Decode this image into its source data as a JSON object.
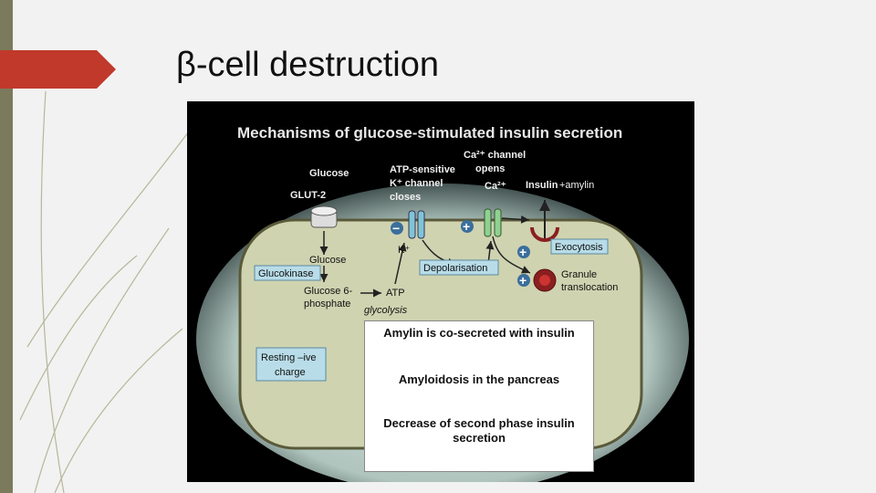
{
  "slide": {
    "title": "β-cell destruction"
  },
  "diagram": {
    "heading": "Mechanisms of glucose-stimulated insulin secretion",
    "glucose": "Glucose",
    "glut2": "GLUT-2",
    "atp_channel": [
      "ATP-sensitive",
      "K⁺ channel",
      "closes"
    ],
    "ca_channel": [
      "Ca²⁺ channel",
      "opens"
    ],
    "ca_ion": "Ca²⁺",
    "insulin": "Insulin",
    "amylin": "+amylin",
    "k_ion": "K⁺",
    "glucose_inner": "Glucose",
    "glucokinase": "Glucokinase",
    "glucose6p": [
      "Glucose 6-",
      "phosphate"
    ],
    "atp": "ATP",
    "glycolysis": "glycolysis",
    "depolarisation": "Depolarisation",
    "exocytosis": "Exocytosis",
    "granule": [
      "Granule",
      "translocation"
    ],
    "resting": [
      "Resting –ive",
      "charge"
    ],
    "minus": "−",
    "plus": "+"
  },
  "overlay": {
    "line1": "Amylin is co-secreted with insulin",
    "line2": "Amyloidosis in the pancreas",
    "line3": "Decrease of second phase insulin secretion"
  },
  "colors": {
    "accent_arrow": "#c0392b",
    "sidebar": "#7b7a5c",
    "label_box": "#b8dce8",
    "cell_fill": "#cfd3b0"
  }
}
